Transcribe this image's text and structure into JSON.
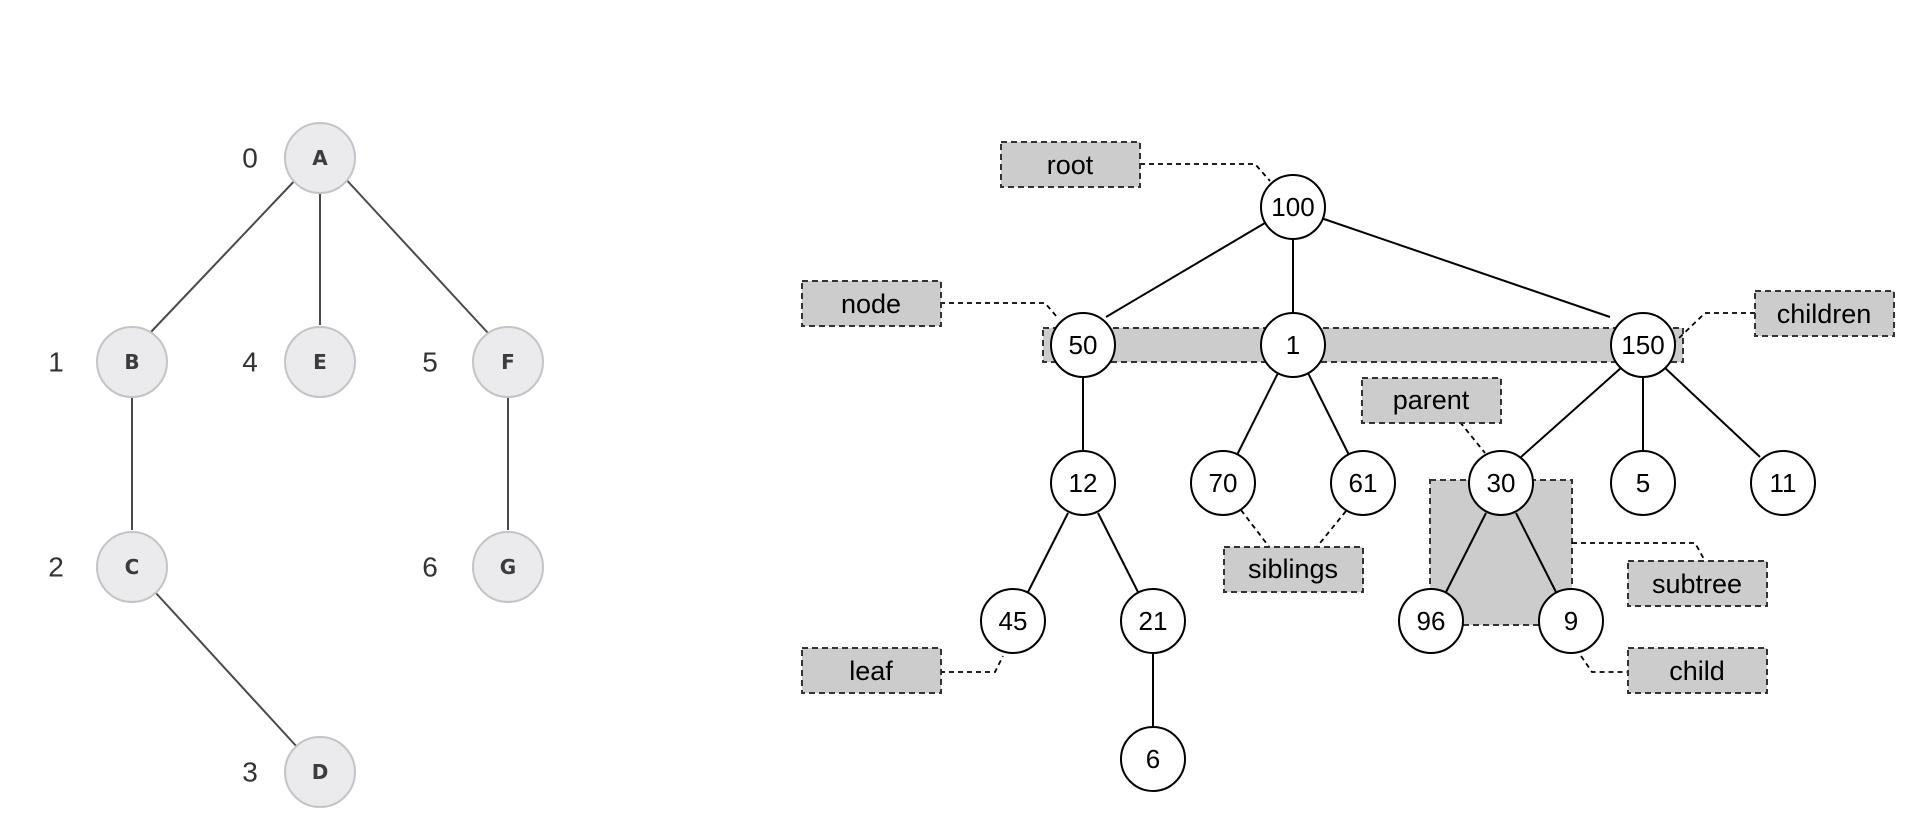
{
  "dfs_tree": {
    "nodes": [
      {
        "id": "A",
        "order": "0"
      },
      {
        "id": "B",
        "order": "1"
      },
      {
        "id": "E",
        "order": "4"
      },
      {
        "id": "F",
        "order": "5"
      },
      {
        "id": "C",
        "order": "2"
      },
      {
        "id": "G",
        "order": "6"
      },
      {
        "id": "D",
        "order": "3"
      }
    ],
    "edges": [
      [
        "A",
        "B"
      ],
      [
        "A",
        "E"
      ],
      [
        "A",
        "F"
      ],
      [
        "B",
        "C"
      ],
      [
        "F",
        "G"
      ],
      [
        "C",
        "D"
      ]
    ]
  },
  "terminology_tree": {
    "nodes": [
      "100",
      "50",
      "1",
      "150",
      "12",
      "70",
      "61",
      "30",
      "5",
      "11",
      "45",
      "21",
      "96",
      "9",
      "6"
    ],
    "edges": [
      [
        "100",
        "50"
      ],
      [
        "100",
        "1"
      ],
      [
        "100",
        "150"
      ],
      [
        "50",
        "12"
      ],
      [
        "1",
        "70"
      ],
      [
        "1",
        "61"
      ],
      [
        "150",
        "30"
      ],
      [
        "150",
        "5"
      ],
      [
        "150",
        "11"
      ],
      [
        "12",
        "45"
      ],
      [
        "12",
        "21"
      ],
      [
        "30",
        "96"
      ],
      [
        "30",
        "9"
      ],
      [
        "21",
        "6"
      ]
    ],
    "labels": {
      "root": "root",
      "node": "node",
      "children": "children",
      "parent": "parent",
      "siblings": "siblings",
      "subtree": "subtree",
      "leaf": "leaf",
      "child": "child"
    }
  }
}
